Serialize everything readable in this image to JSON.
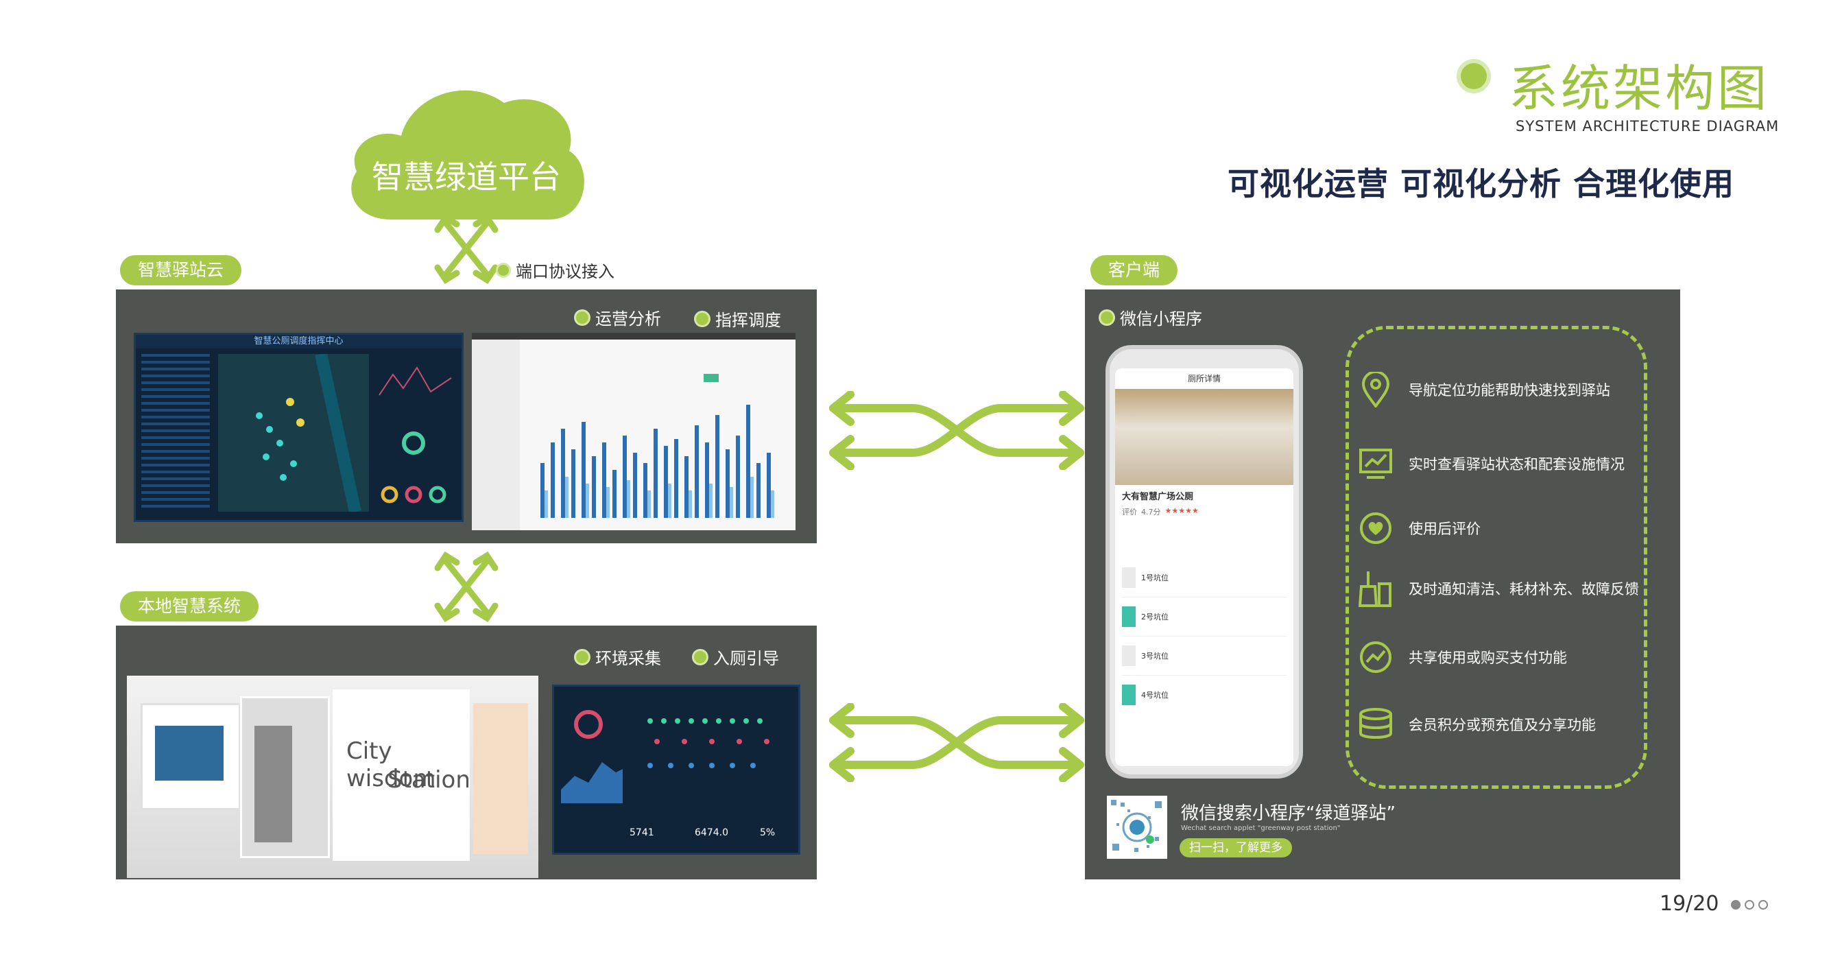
{
  "header": {
    "title": "系统架构图",
    "subtitle_en": "SYSTEM ARCHITECTURE DIAGRAM",
    "slogan": "可视化运营  可视化分析  合理化使用"
  },
  "cloud": {
    "label": "智慧绿道平台"
  },
  "protocol": {
    "label": "端口协议接入"
  },
  "cloud_station": {
    "tag": "智慧驿站云",
    "legend": [
      "运营分析",
      "指挥调度"
    ],
    "dashboard_title": "智慧公厕调度指挥中心"
  },
  "local_system": {
    "tag": "本地智慧系统",
    "legend": [
      "环境采集",
      "入厕引导"
    ],
    "station_sign_line1": "City wisdom",
    "station_sign_line2": "Station",
    "stats": [
      "5741",
      "6474.0",
      "5%"
    ]
  },
  "client": {
    "tag": "客户端",
    "legend": "微信小程序",
    "phone": {
      "header": "厕所详情",
      "place": "大有智慧广场公厕",
      "rating_label": "评价",
      "rating_value": "4.7分",
      "stars": "★★★★★",
      "slots": [
        "1号坑位",
        "2号坑位",
        "3号坑位",
        "4号坑位"
      ]
    },
    "features": [
      {
        "icon": "location-pin-icon",
        "text": "导航定位功能帮助快速找到驿站"
      },
      {
        "icon": "chart-monitor-icon",
        "text": "实时查看驿站状态和配套设施情况"
      },
      {
        "icon": "heart-rating-icon",
        "text": "使用后评价"
      },
      {
        "icon": "cleaning-icon",
        "text": "及时通知清洁、耗材补充、故障反馈"
      },
      {
        "icon": "share-payment-icon",
        "text": "共享使用或购买支付功能"
      },
      {
        "icon": "coins-stack-icon",
        "text": "会员积分或预充值及分享功能"
      }
    ],
    "wechat_search": "微信搜索小程序“绿道驿站”",
    "wechat_search_en": "Wechat search applet \"greenway post station\"",
    "scan_button": "扫一扫，了解更多"
  },
  "footer": {
    "page": "19/20"
  },
  "colors": {
    "accent": "#a7c94a",
    "panel": "#4f5450",
    "slogan": "#1f2a4a"
  }
}
